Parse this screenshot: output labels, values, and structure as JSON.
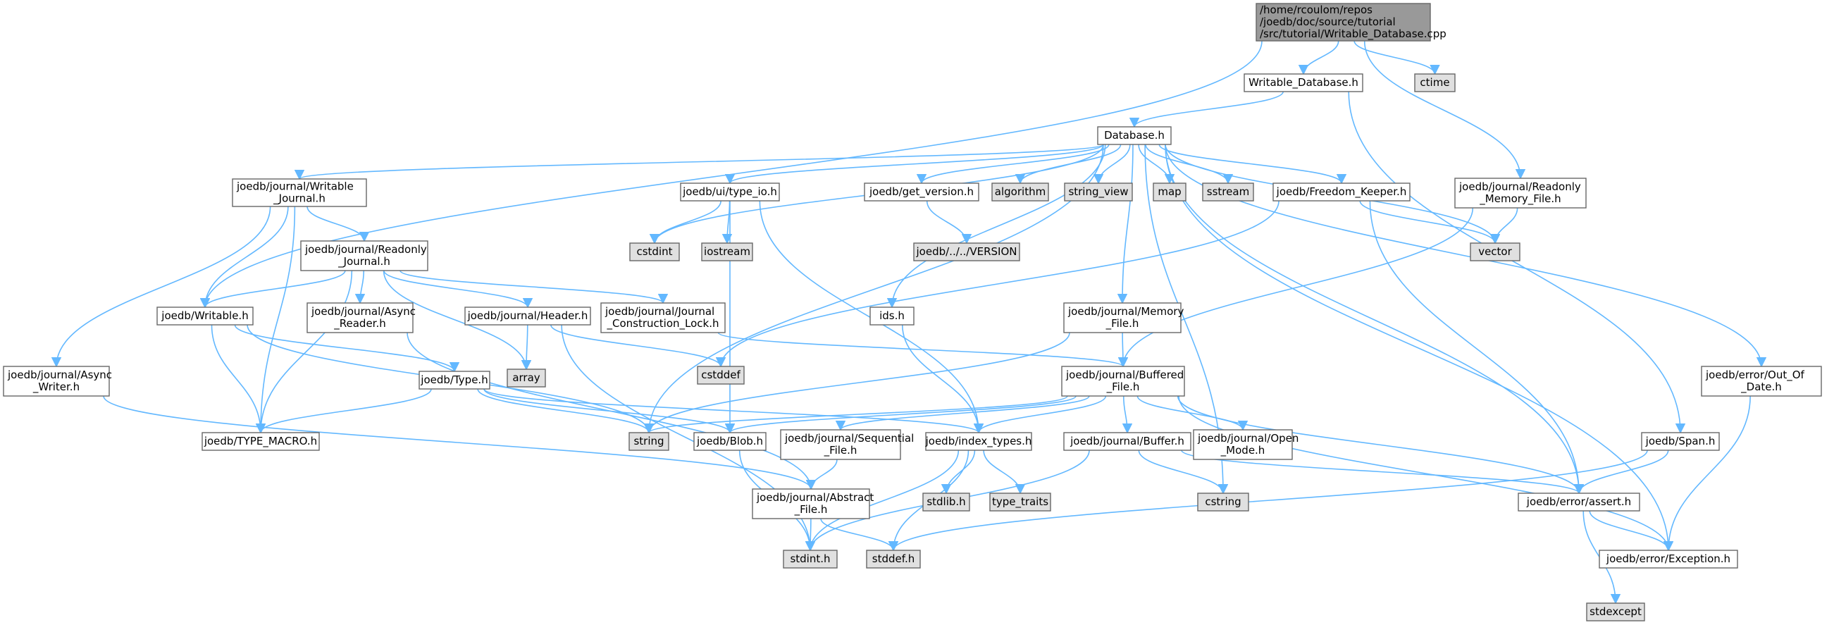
{
  "diagram": {
    "type": "include-dependency-graph",
    "colors": {
      "root_fill": "#999999",
      "node_fill": "#ffffff",
      "system_fill": "#e0e0e0",
      "border": "#666666",
      "edge": "#63b8ff"
    },
    "nodes": [
      {
        "id": "root",
        "lines": [
          "/home/rcoulom/repos",
          "/joedb/doc/source/tutorial",
          "/src/tutorial/Writable_Database.cpp"
        ],
        "kind": "root"
      },
      {
        "id": "writable_database_h",
        "lines": [
          "Writable_Database.h"
        ],
        "kind": "local"
      },
      {
        "id": "ctime",
        "lines": [
          "ctime"
        ],
        "kind": "system"
      },
      {
        "id": "database_h",
        "lines": [
          "Database.h"
        ],
        "kind": "local"
      },
      {
        "id": "writable_journal_h",
        "lines": [
          "joedb/journal/Writable",
          "_Journal.h"
        ],
        "kind": "local"
      },
      {
        "id": "type_io_h",
        "lines": [
          "joedb/ui/type_io.h"
        ],
        "kind": "local"
      },
      {
        "id": "get_version_h",
        "lines": [
          "joedb/get_version.h"
        ],
        "kind": "local"
      },
      {
        "id": "algorithm",
        "lines": [
          "algorithm"
        ],
        "kind": "system"
      },
      {
        "id": "string_view",
        "lines": [
          "string_view"
        ],
        "kind": "system"
      },
      {
        "id": "map",
        "lines": [
          "map"
        ],
        "kind": "system"
      },
      {
        "id": "sstream",
        "lines": [
          "sstream"
        ],
        "kind": "system"
      },
      {
        "id": "freedom_keeper_h",
        "lines": [
          "joedb/Freedom_Keeper.h"
        ],
        "kind": "local"
      },
      {
        "id": "readonly_memory_file_h",
        "lines": [
          "joedb/journal/Readonly",
          "_Memory_File.h"
        ],
        "kind": "local"
      },
      {
        "id": "cstdint",
        "lines": [
          "cstdint"
        ],
        "kind": "system"
      },
      {
        "id": "iostream",
        "lines": [
          "iostream"
        ],
        "kind": "system"
      },
      {
        "id": "version",
        "lines": [
          "joedb/../../VERSION"
        ],
        "kind": "system"
      },
      {
        "id": "vector",
        "lines": [
          "vector"
        ],
        "kind": "system"
      },
      {
        "id": "readonly_journal_h",
        "lines": [
          "joedb/journal/Readonly",
          "_Journal.h"
        ],
        "kind": "local"
      },
      {
        "id": "writable_h",
        "lines": [
          "joedb/Writable.h"
        ],
        "kind": "local"
      },
      {
        "id": "async_reader_h",
        "lines": [
          "joedb/journal/Async",
          "_Reader.h"
        ],
        "kind": "local"
      },
      {
        "id": "header_h",
        "lines": [
          "joedb/journal/Header.h"
        ],
        "kind": "local"
      },
      {
        "id": "construction_lock_h",
        "lines": [
          "joedb/journal/Journal",
          "_Construction_Lock.h"
        ],
        "kind": "local"
      },
      {
        "id": "ids_h",
        "lines": [
          "ids.h"
        ],
        "kind": "local"
      },
      {
        "id": "memory_file_h",
        "lines": [
          "joedb/journal/Memory",
          "_File.h"
        ],
        "kind": "local"
      },
      {
        "id": "array",
        "lines": [
          "array"
        ],
        "kind": "system"
      },
      {
        "id": "cstddef",
        "lines": [
          "cstddef"
        ],
        "kind": "system"
      },
      {
        "id": "async_writer_h",
        "lines": [
          "joedb/journal/Async",
          "_Writer.h"
        ],
        "kind": "local"
      },
      {
        "id": "type_h",
        "lines": [
          "joedb/Type.h"
        ],
        "kind": "local"
      },
      {
        "id": "buffered_file_h",
        "lines": [
          "joedb/journal/Buffered",
          "_File.h"
        ],
        "kind": "local"
      },
      {
        "id": "out_of_date_h",
        "lines": [
          "joedb/error/Out_Of",
          "_Date.h"
        ],
        "kind": "local"
      },
      {
        "id": "type_macro_h",
        "lines": [
          "joedb/TYPE_MACRO.h"
        ],
        "kind": "local"
      },
      {
        "id": "string",
        "lines": [
          "string"
        ],
        "kind": "system"
      },
      {
        "id": "blob_h",
        "lines": [
          "joedb/Blob.h"
        ],
        "kind": "local"
      },
      {
        "id": "sequential_file_h",
        "lines": [
          "joedb/journal/Sequential",
          "_File.h"
        ],
        "kind": "local"
      },
      {
        "id": "index_types_h",
        "lines": [
          "joedb/index_types.h"
        ],
        "kind": "local"
      },
      {
        "id": "buffer_h",
        "lines": [
          "joedb/journal/Buffer.h"
        ],
        "kind": "local"
      },
      {
        "id": "open_mode_h",
        "lines": [
          "joedb/journal/Open",
          "_Mode.h"
        ],
        "kind": "local"
      },
      {
        "id": "span_h",
        "lines": [
          "joedb/Span.h"
        ],
        "kind": "local"
      },
      {
        "id": "abstract_file_h",
        "lines": [
          "joedb/journal/Abstract",
          "_File.h"
        ],
        "kind": "local"
      },
      {
        "id": "stdlib_h",
        "lines": [
          "stdlib.h"
        ],
        "kind": "system"
      },
      {
        "id": "type_traits",
        "lines": [
          "type_traits"
        ],
        "kind": "system"
      },
      {
        "id": "cstring",
        "lines": [
          "cstring"
        ],
        "kind": "system"
      },
      {
        "id": "assert_h",
        "lines": [
          "joedb/error/assert.h"
        ],
        "kind": "local"
      },
      {
        "id": "stdint_h",
        "lines": [
          "stdint.h"
        ],
        "kind": "system"
      },
      {
        "id": "stddef_h",
        "lines": [
          "stddef.h"
        ],
        "kind": "system"
      },
      {
        "id": "exception_h",
        "lines": [
          "joedb/error/Exception.h"
        ],
        "kind": "local"
      },
      {
        "id": "stdexcept",
        "lines": [
          "stdexcept"
        ],
        "kind": "system"
      }
    ],
    "edges": [
      [
        "root",
        "writable_database_h"
      ],
      [
        "root",
        "ctime"
      ],
      [
        "root",
        "readonly_memory_file_h"
      ],
      [
        "root",
        "writable_h"
      ],
      [
        "writable_database_h",
        "database_h"
      ],
      [
        "writable_database_h",
        "span_h"
      ],
      [
        "database_h",
        "writable_journal_h"
      ],
      [
        "database_h",
        "type_io_h"
      ],
      [
        "database_h",
        "get_version_h"
      ],
      [
        "database_h",
        "algorithm"
      ],
      [
        "database_h",
        "string_view"
      ],
      [
        "database_h",
        "map"
      ],
      [
        "database_h",
        "sstream"
      ],
      [
        "database_h",
        "freedom_keeper_h"
      ],
      [
        "database_h",
        "cstdint"
      ],
      [
        "database_h",
        "string"
      ],
      [
        "database_h",
        "ids_h"
      ],
      [
        "database_h",
        "memory_file_h"
      ],
      [
        "database_h",
        "vector"
      ],
      [
        "database_h",
        "cstring"
      ],
      [
        "database_h",
        "assert_h"
      ],
      [
        "database_h",
        "out_of_date_h"
      ],
      [
        "database_h",
        "exception_h"
      ],
      [
        "writable_journal_h",
        "readonly_journal_h"
      ],
      [
        "writable_journal_h",
        "writable_h"
      ],
      [
        "writable_journal_h",
        "async_writer_h"
      ],
      [
        "writable_journal_h",
        "type_macro_h"
      ],
      [
        "readonly_journal_h",
        "writable_h"
      ],
      [
        "readonly_journal_h",
        "async_reader_h"
      ],
      [
        "readonly_journal_h",
        "header_h"
      ],
      [
        "readonly_journal_h",
        "construction_lock_h"
      ],
      [
        "readonly_journal_h",
        "array"
      ],
      [
        "readonly_journal_h",
        "type_macro_h"
      ],
      [
        "type_io_h",
        "cstdint"
      ],
      [
        "type_io_h",
        "iostream"
      ],
      [
        "type_io_h",
        "blob_h"
      ],
      [
        "type_io_h",
        "index_types_h"
      ],
      [
        "get_version_h",
        "version"
      ],
      [
        "freedom_keeper_h",
        "vector"
      ],
      [
        "freedom_keeper_h",
        "cstddef"
      ],
      [
        "freedom_keeper_h",
        "assert_h"
      ],
      [
        "readonly_memory_file_h",
        "vector"
      ],
      [
        "readonly_memory_file_h",
        "buffered_file_h"
      ],
      [
        "writable_h",
        "type_h"
      ],
      [
        "writable_h",
        "type_macro_h"
      ],
      [
        "writable_h",
        "string"
      ],
      [
        "header_h",
        "array"
      ],
      [
        "header_h",
        "cstddef"
      ],
      [
        "header_h",
        "stdint_h"
      ],
      [
        "construction_lock_h",
        "buffered_file_h"
      ],
      [
        "async_reader_h",
        "abstract_file_h"
      ],
      [
        "async_writer_h",
        "abstract_file_h"
      ],
      [
        "ids_h",
        "index_types_h"
      ],
      [
        "memory_file_h",
        "buffered_file_h"
      ],
      [
        "memory_file_h",
        "string"
      ],
      [
        "type_h",
        "type_macro_h"
      ],
      [
        "type_h",
        "blob_h"
      ],
      [
        "type_h",
        "index_types_h"
      ],
      [
        "type_h",
        "string"
      ],
      [
        "buffered_file_h",
        "string"
      ],
      [
        "buffered_file_h",
        "blob_h"
      ],
      [
        "buffered_file_h",
        "sequential_file_h"
      ],
      [
        "buffered_file_h",
        "index_types_h"
      ],
      [
        "buffered_file_h",
        "buffer_h"
      ],
      [
        "buffered_file_h",
        "open_mode_h"
      ],
      [
        "buffered_file_h",
        "assert_h"
      ],
      [
        "buffered_file_h",
        "exception_h"
      ],
      [
        "blob_h",
        "stdint_h"
      ],
      [
        "sequential_file_h",
        "abstract_file_h"
      ],
      [
        "index_types_h",
        "stdlib_h"
      ],
      [
        "index_types_h",
        "type_traits"
      ],
      [
        "index_types_h",
        "stddef_h"
      ],
      [
        "index_types_h",
        "stdint_h"
      ],
      [
        "buffer_h",
        "cstring"
      ],
      [
        "buffer_h",
        "assert_h"
      ],
      [
        "buffer_h",
        "stdint_h"
      ],
      [
        "abstract_file_h",
        "stdint_h"
      ],
      [
        "abstract_file_h",
        "stddef_h"
      ],
      [
        "span_h",
        "assert_h"
      ],
      [
        "span_h",
        "stddef_h"
      ],
      [
        "out_of_date_h",
        "exception_h"
      ],
      [
        "assert_h",
        "exception_h"
      ],
      [
        "assert_h",
        "stdexcept"
      ]
    ]
  }
}
